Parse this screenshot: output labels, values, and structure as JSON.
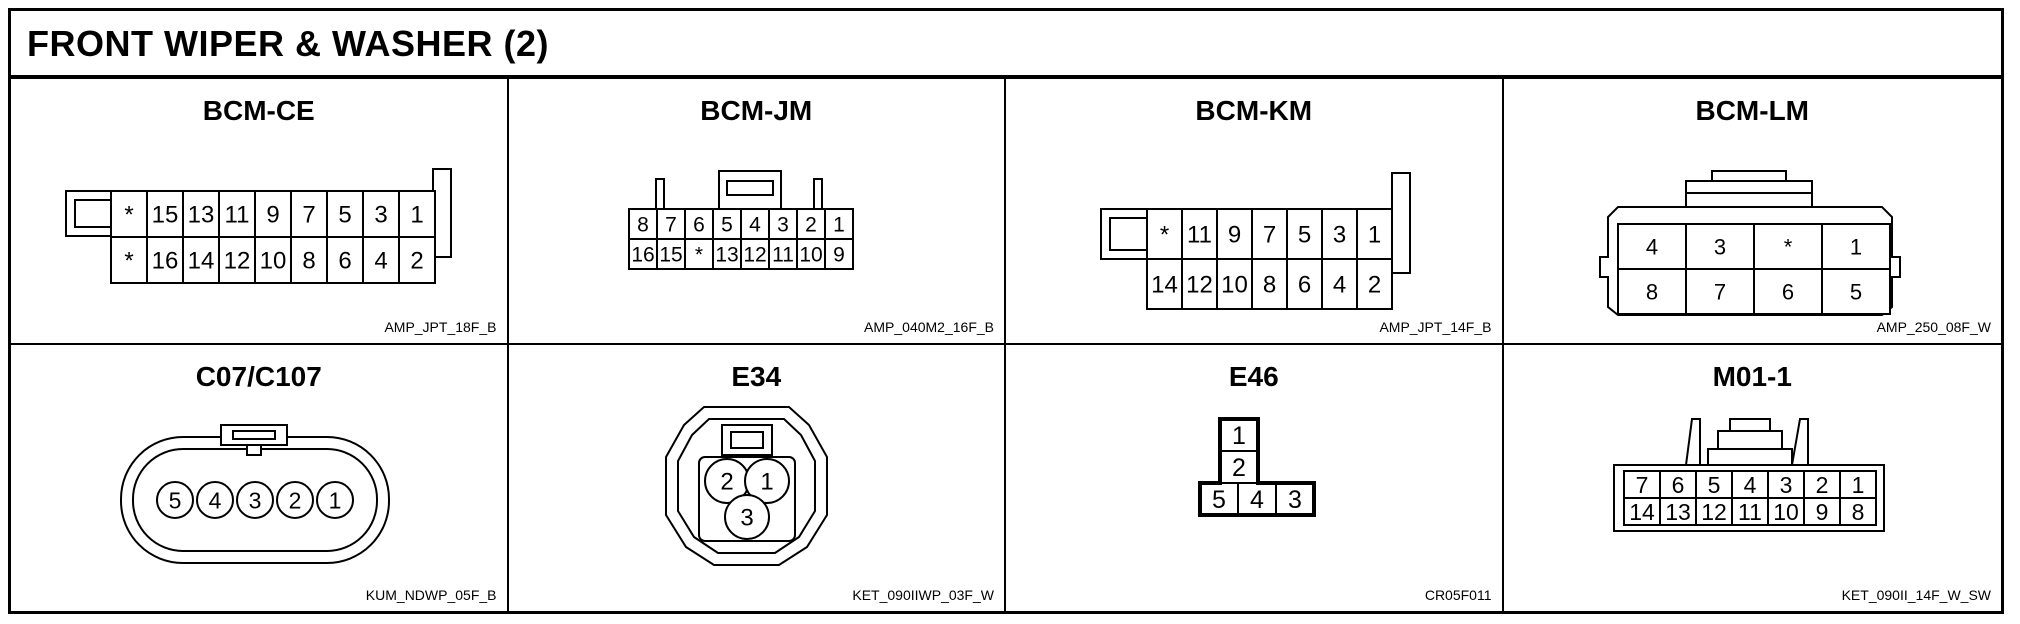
{
  "title": "FRONT WIPER & WASHER (2)",
  "connectors": [
    {
      "name": "BCM-CE",
      "part_code": "AMP_JPT_18F_B",
      "pins": {
        "row1": [
          "*",
          "15",
          "13",
          "11",
          "9",
          "7",
          "5",
          "3",
          "1"
        ],
        "row2": [
          "*",
          "16",
          "14",
          "12",
          "10",
          "8",
          "6",
          "4",
          "2"
        ]
      }
    },
    {
      "name": "BCM-JM",
      "part_code": "AMP_040M2_16F_B",
      "pins": {
        "row1": [
          "8",
          "7",
          "6",
          "5",
          "4",
          "3",
          "2",
          "1"
        ],
        "row2": [
          "16",
          "15",
          "*",
          "13",
          "12",
          "11",
          "10",
          "9"
        ]
      }
    },
    {
      "name": "BCM-KM",
      "part_code": "AMP_JPT_14F_B",
      "pins": {
        "row1": [
          "*",
          "11",
          "9",
          "7",
          "5",
          "3",
          "1"
        ],
        "row2": [
          "14",
          "12",
          "10",
          "8",
          "6",
          "4",
          "2"
        ]
      }
    },
    {
      "name": "BCM-LM",
      "part_code": "AMP_250_08F_W",
      "pins": {
        "row1": [
          "4",
          "3",
          "*",
          "1"
        ],
        "row2": [
          "8",
          "7",
          "6",
          "5"
        ]
      }
    },
    {
      "name": "C07/C107",
      "part_code": "KUM_NDWP_05F_B",
      "pins": {
        "row1": [
          "5",
          "4",
          "3",
          "2",
          "1"
        ]
      }
    },
    {
      "name": "E34",
      "part_code": "KET_090IIWP_03F_W",
      "pins": {
        "row1": [
          "2",
          "1"
        ],
        "row2": [
          "3"
        ]
      }
    },
    {
      "name": "E46",
      "part_code": "CR05F011",
      "pins": {
        "row1": [
          "1"
        ],
        "row2": [
          "2"
        ],
        "row3": [
          "5",
          "4",
          "3"
        ]
      }
    },
    {
      "name": "M01-1",
      "part_code": "KET_090II_14F_W_SW",
      "pins": {
        "row1": [
          "7",
          "6",
          "5",
          "4",
          "3",
          "2",
          "1"
        ],
        "row2": [
          "14",
          "13",
          "12",
          "11",
          "10",
          "9",
          "8"
        ]
      }
    }
  ]
}
